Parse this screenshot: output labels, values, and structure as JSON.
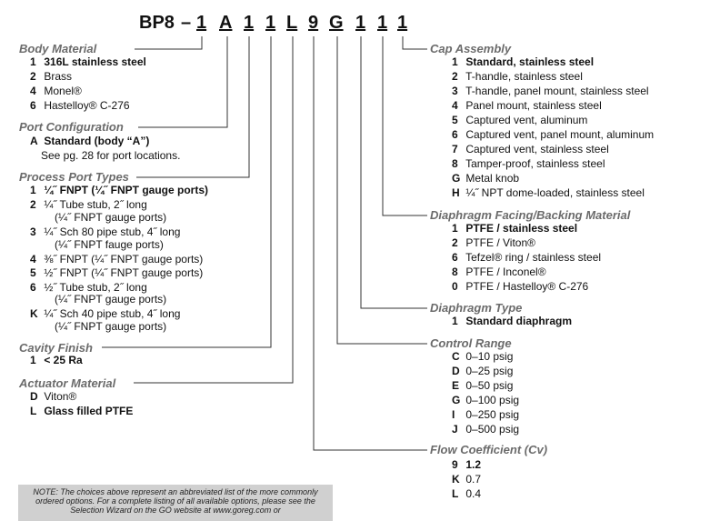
{
  "part_number": {
    "prefix": "BP8",
    "dash": "–",
    "codes": [
      "1",
      "A",
      "1",
      "1",
      "L",
      "9",
      "G",
      "1",
      "1"
    ]
  },
  "left_sections": [
    {
      "title": "Body Material",
      "items": [
        {
          "code": "1",
          "label": "316L stainless steel",
          "bold": true
        },
        {
          "code": "2",
          "label": "Brass"
        },
        {
          "code": "4",
          "label": "Monel®"
        },
        {
          "code": "6",
          "label": "Hastelloy® C-276"
        }
      ]
    },
    {
      "title": "Port Configuration",
      "items": [
        {
          "code": "A",
          "label": "Standard (body “A”)",
          "bold": true
        },
        {
          "code": "",
          "label": "See pg. 28 for port locations."
        }
      ]
    },
    {
      "title": "Process Port Types",
      "items": [
        {
          "code": "1",
          "label": "¼˝ FNPT (¼˝ FNPT gauge ports)",
          "bold": true
        },
        {
          "code": "2",
          "label": "¼˝ Tube stub, 2˝ long",
          "cont": "(¼˝ FNPT gauge ports)"
        },
        {
          "code": "3",
          "label": "¼˝ Sch 80 pipe stub, 4˝ long",
          "cont": "(¼˝ FNPT fauge ports)"
        },
        {
          "code": "4",
          "label": "⅜˝ FNPT (¼˝ FNPT gauge ports)"
        },
        {
          "code": "5",
          "label": "½˝ FNPT (¼˝ FNPT gauge ports)"
        },
        {
          "code": "6",
          "label": "½˝ Tube stub, 2˝ long",
          "cont": "(¼˝ FNPT gauge ports)"
        },
        {
          "code": "K",
          "label": "¼˝ Sch 40 pipe stub, 4˝ long",
          "cont": "(¼˝ FNPT gauge ports)"
        }
      ]
    },
    {
      "title": "Cavity Finish",
      "items": [
        {
          "code": "1",
          "label": "< 25 Ra",
          "bold": true
        }
      ]
    },
    {
      "title": "Actuator Material",
      "items": [
        {
          "code": "D",
          "label": "Viton®"
        },
        {
          "code": "L",
          "label": "Glass filled PTFE",
          "bold": true
        }
      ]
    }
  ],
  "right_sections": [
    {
      "title": "Cap Assembly",
      "items": [
        {
          "code": "1",
          "label": "Standard, stainless steel",
          "bold": true
        },
        {
          "code": "2",
          "label": "T-handle, stainless steel"
        },
        {
          "code": "3",
          "label": "T-handle, panel mount, stainless steel"
        },
        {
          "code": "4",
          "label": "Panel mount, stainless steel"
        },
        {
          "code": "5",
          "label": "Captured vent, aluminum"
        },
        {
          "code": "6",
          "label": "Captured vent, panel mount, aluminum"
        },
        {
          "code": "7",
          "label": "Captured vent, stainless steel"
        },
        {
          "code": "8",
          "label": "Tamper-proof, stainless steel"
        },
        {
          "code": "G",
          "label": "Metal knob"
        },
        {
          "code": "H",
          "label": "¼˝ NPT dome-loaded, stainless steel"
        }
      ]
    },
    {
      "title": "Diaphragm Facing/Backing Material",
      "items": [
        {
          "code": "1",
          "label": "PTFE / stainless steel",
          "bold": true
        },
        {
          "code": "2",
          "label": "PTFE / Viton®"
        },
        {
          "code": "6",
          "label": "Tefzel® ring / stainless steel"
        },
        {
          "code": "8",
          "label": "PTFE / Inconel®"
        },
        {
          "code": "0",
          "label": "PTFE / Hastelloy® C-276"
        }
      ]
    },
    {
      "title": "Diaphragm Type",
      "items": [
        {
          "code": "1",
          "label": "Standard diaphragm",
          "bold": true
        }
      ]
    },
    {
      "title": "Control Range",
      "items": [
        {
          "code": "C",
          "label": "0–10 psig"
        },
        {
          "code": "D",
          "label": "0–25 psig"
        },
        {
          "code": "E",
          "label": "0–50 psig"
        },
        {
          "code": "G",
          "label": "0–100 psig",
          "bold": true
        },
        {
          "code": "I",
          "label": "0–250 psig"
        },
        {
          "code": "J",
          "label": "0–500 psig"
        }
      ]
    },
    {
      "title": "Flow Coefficient (Cv)",
      "items": [
        {
          "code": "9",
          "label": "1.2",
          "bold": true
        },
        {
          "code": "K",
          "label": "0.7"
        },
        {
          "code": "L",
          "label": "0.4"
        }
      ]
    }
  ],
  "note": "NOTE: The choices above represent an abbreviated list of the more commonly ordered options. For a complete listing of all available options, please see the Selection Wizard on the GO website at www.goreg.com or"
}
